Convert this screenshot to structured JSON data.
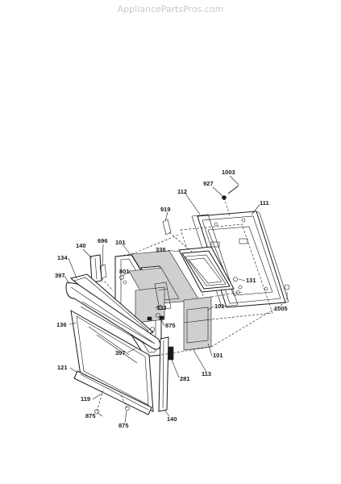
{
  "watermark": "AppliancePartsPros.com",
  "callouts": [
    {
      "id": "c1003",
      "text": "1003"
    },
    {
      "id": "c927",
      "text": "927"
    },
    {
      "id": "c112",
      "text": "112"
    },
    {
      "id": "c111",
      "text": "111"
    },
    {
      "id": "c919",
      "text": "919"
    },
    {
      "id": "c338",
      "text": "338"
    },
    {
      "id": "c140a",
      "text": "140"
    },
    {
      "id": "c696",
      "text": "696"
    },
    {
      "id": "c101a",
      "text": "101"
    },
    {
      "id": "c134",
      "text": "134"
    },
    {
      "id": "c801",
      "text": "801"
    },
    {
      "id": "c131",
      "text": "131"
    },
    {
      "id": "c397a",
      "text": "397"
    },
    {
      "id": "c133",
      "text": "133"
    },
    {
      "id": "c101b",
      "text": "101"
    },
    {
      "id": "c1005",
      "text": "1005"
    },
    {
      "id": "c875a",
      "text": "875"
    },
    {
      "id": "c136",
      "text": "136"
    },
    {
      "id": "c397b",
      "text": "397"
    },
    {
      "id": "c101c",
      "text": "101"
    },
    {
      "id": "c121",
      "text": "121"
    },
    {
      "id": "c281",
      "text": "281"
    },
    {
      "id": "c113",
      "text": "113"
    },
    {
      "id": "c119",
      "text": "119"
    },
    {
      "id": "c875b",
      "text": "875"
    },
    {
      "id": "c140b",
      "text": "140"
    },
    {
      "id": "c875c",
      "text": "875"
    }
  ]
}
